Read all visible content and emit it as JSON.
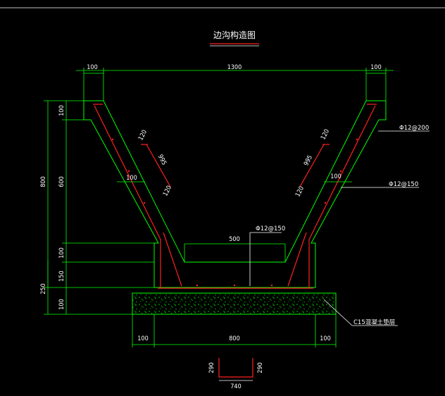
{
  "title": "边沟构造图",
  "dimensions": {
    "top_left_width": "100",
    "top_span": "1300",
    "top_right_width": "100",
    "total_height": "800",
    "top_cap": "100",
    "slope_height": "600",
    "base_curb": "100",
    "bottom_inner": "150",
    "bottom_outer": "250",
    "foundation": "100",
    "wall_thick_left": "100",
    "wall_thick_right": "100",
    "end_left_120_top": "120",
    "end_left_120_bot": "120",
    "bar_left_995": "995",
    "end_right_120_top": "120",
    "end_right_120_bot": "120",
    "bar_right_995": "995",
    "inner_bottom": "500",
    "base_left": "100",
    "base_width": "800",
    "base_right": "100",
    "detail_left": "290",
    "detail_right": "290",
    "detail_width": "740"
  },
  "labels": {
    "rebar_top": "Φ12@200",
    "rebar_side": "Φ12@150",
    "rebar_bottom": "Φ12@150",
    "concrete": "C15混凝土垫层"
  },
  "colors": {
    "background": "#000000",
    "outline": "#00ff00",
    "rebar": "#ff2020",
    "text": "#ffffff"
  }
}
